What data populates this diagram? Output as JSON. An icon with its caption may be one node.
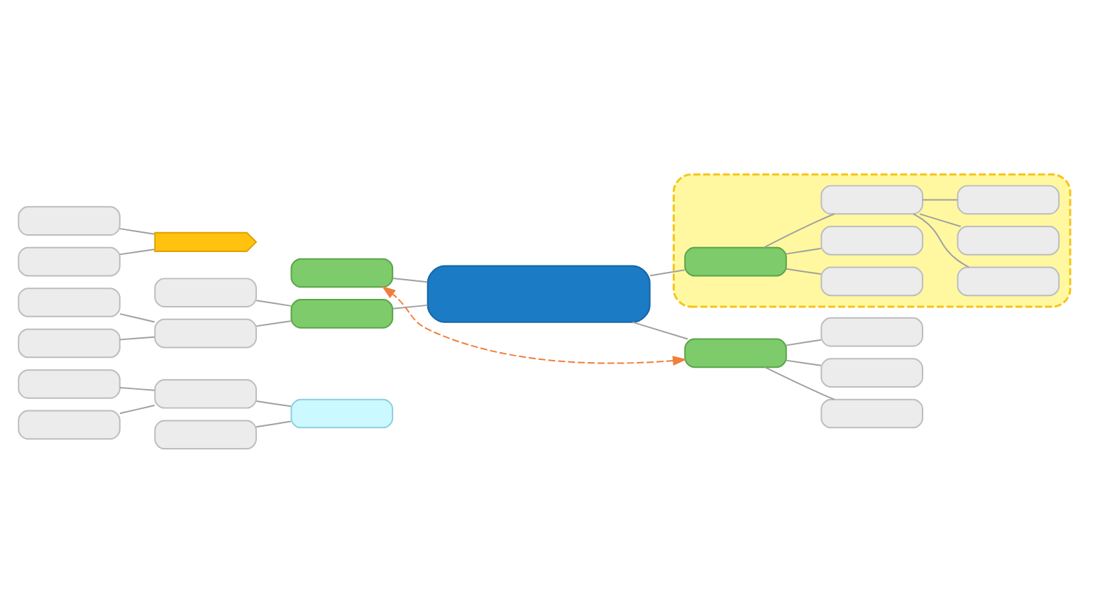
{
  "diagram": {
    "nodes": [
      {
        "text": [],
        "shape": "box"
      },
      {
        "text": [],
        "shape": "box"
      },
      {
        "text": [],
        "shape": "box"
      },
      {
        "text": [],
        "shape": "box"
      },
      {
        "text": [],
        "shape": "box"
      },
      {
        "text": [],
        "shape": "box"
      },
      {
        "text": [],
        "shape": "box"
      },
      {
        "text": [],
        "shape": "box"
      },
      {
        "text": [],
        "shape": "box"
      },
      {
        "text": [],
        "shape": "box"
      },
      {
        "text": [],
        "shape": "box"
      },
      {
        "text": [],
        "shape": "boundary"
      },
      {
        "text": [],
        "shape": "box",
        "in": 11
      },
      {
        "text": [],
        "shape": "box",
        "in": 11
      },
      {
        "text": [],
        "shape": "box",
        "in": 11
      },
      {
        "text": [],
        "shape": "box",
        "in": 11
      },
      {
        "text": [],
        "shape": "box",
        "in": 11
      },
      {
        "text": [],
        "shape": "box",
        "in": 11
      },
      {
        "text": [],
        "shape": "box",
        "in": 11
      },
      {
        "text": [],
        "shape": "box"
      },
      {
        "text": [],
        "shape": "callout"
      },
      {
        "text": [],
        "shape": "box"
      },
      {
        "text": [],
        "shape": "box"
      },
      {
        "text": [],
        "shape": "box"
      },
      {
        "text": [],
        "shape": "box"
      },
      {
        "text": [],
        "shape": "box"
      },
      {
        "text": [],
        "shape": "box"
      }
    ],
    "edges": [
      {
        "from": 0,
        "to": 2,
        "arrow": "none"
      },
      {
        "from": 1,
        "to": 2,
        "arrow": "none"
      },
      {
        "from": 2,
        "to": 4,
        "arrow": "none"
      },
      {
        "from": 3,
        "to": 4,
        "arrow": "none"
      },
      {
        "from": 6,
        "to": 5,
        "arrow": "none"
      },
      {
        "from": 7,
        "to": 6,
        "arrow": "none"
      },
      {
        "from": 8,
        "to": 6,
        "arrow": "none"
      },
      {
        "from": 9,
        "to": 8,
        "arrow": "none"
      },
      {
        "from": 10,
        "to": 8,
        "arrow": "none"
      },
      {
        "from": 5,
        "to": 12,
        "arrow": "none"
      },
      {
        "from": 12,
        "to": 13,
        "arrow": "none"
      },
      {
        "from": 12,
        "to": 14,
        "arrow": "none"
      },
      {
        "from": 12,
        "to": 15,
        "arrow": "none"
      },
      {
        "from": 15,
        "to": 16,
        "arrow": "none"
      },
      {
        "from": 15,
        "to": 17,
        "arrow": "none"
      },
      {
        "from": 15,
        "to": 18,
        "arrow": "none"
      },
      {
        "from": 19,
        "to": 5,
        "arrow": "none"
      },
      {
        "from": 21,
        "to": 20,
        "arrow": "none"
      },
      {
        "from": 22,
        "to": 20,
        "arrow": "none"
      },
      {
        "from": 5,
        "to": 23,
        "arrow": "none"
      },
      {
        "from": 23,
        "to": 24,
        "arrow": "none"
      },
      {
        "from": 23,
        "to": 25,
        "arrow": "none"
      },
      {
        "from": 23,
        "to": 26,
        "arrow": "none"
      },
      {
        "from": 23,
        "to": 19,
        "arrow": "both",
        "style": "dashed",
        "color": "#f07f3c"
      }
    ]
  }
}
